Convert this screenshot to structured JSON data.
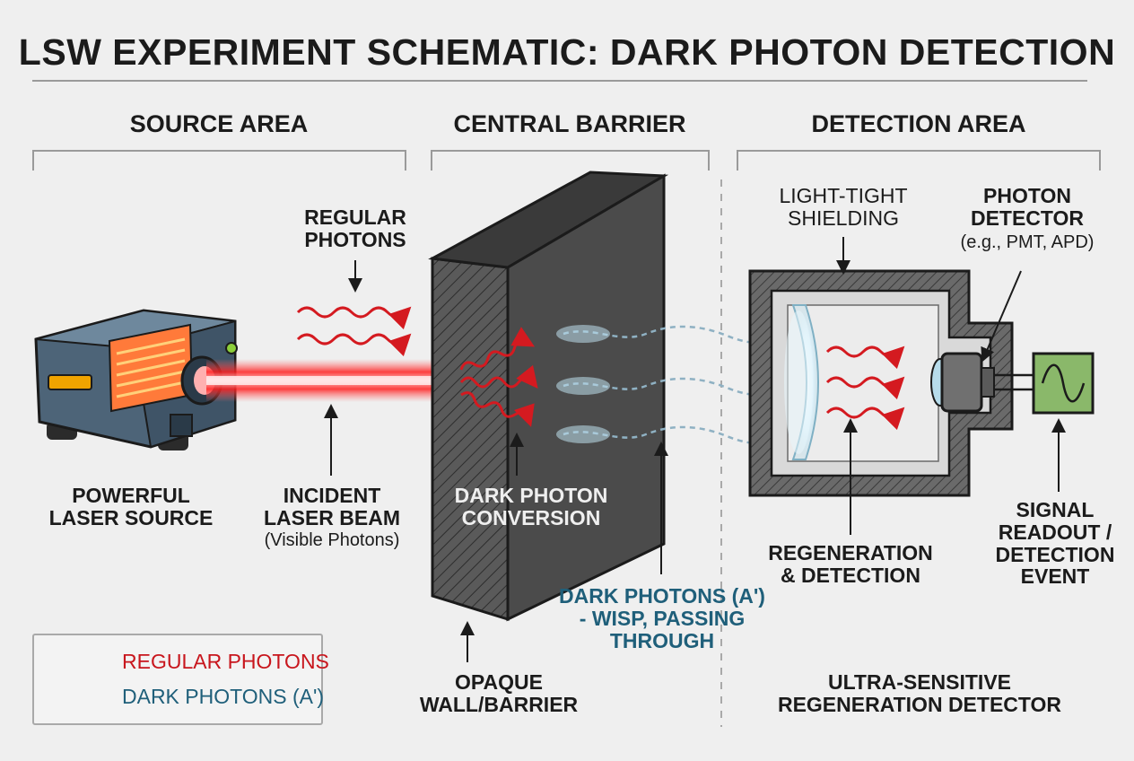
{
  "title": "LSW EXPERIMENT SCHEMATIC: DARK PHOTON DETECTION",
  "sections": {
    "source": "SOURCE AREA",
    "barrier": "CENTRAL BARRIER",
    "detection": "DETECTION AREA"
  },
  "labels": {
    "regular_photons_l1": "REGULAR",
    "regular_photons_l2": "PHOTONS",
    "laser_source_l1": "POWERFUL",
    "laser_source_l2": "LASER SOURCE",
    "incident_l1": "INCIDENT",
    "incident_l2": "LASER BEAM",
    "incident_sub": "(Visible Photons)",
    "conversion_l1": "DARK PHOTON",
    "conversion_l2": "CONVERSION",
    "wall_l1": "OPAQUE",
    "wall_l2": "WALL/BARRIER",
    "dark_passing_l1": "DARK PHOTONS (A')",
    "dark_passing_l2": "- WISP, PASSING",
    "dark_passing_l3": "THROUGH",
    "shielding_l1": "LIGHT-TIGHT",
    "shielding_l2": "SHIELDING",
    "detector_l1": "PHOTON",
    "detector_l2": "DETECTOR",
    "detector_sub": "(e.g., PMT, APD)",
    "regeneration_l1": "REGENERATION",
    "regeneration_l2": "& DETECTION",
    "signal_l1": "SIGNAL",
    "signal_l2": "READOUT /",
    "signal_l3": "DETECTION",
    "signal_l4": "EVENT",
    "ultra_l1": "ULTRA-SENSITIVE",
    "ultra_l2": "REGENERATION DETECTOR"
  },
  "legend": {
    "regular": "REGULAR PHOTONS",
    "dark": "DARK PHOTONS (A')"
  },
  "colors": {
    "regular": "#c8161d",
    "dark": "#1f5f7a",
    "laser": "#ff2a2a",
    "wall": "#4a4a4a",
    "detector_screen": "#8ab86a"
  }
}
